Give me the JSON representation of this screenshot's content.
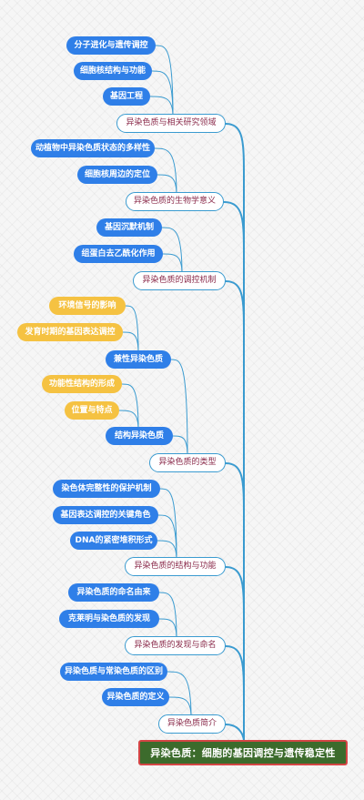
{
  "root": {
    "title": "异染色质：细胞的基因调控与遗传稳定性"
  },
  "branches": {
    "research": {
      "label": "异染色质与相关研究领域",
      "items": [
        "分子进化与遗传调控",
        "细胞核结构与功能",
        "基因工程"
      ]
    },
    "significance": {
      "label": "异染色质的生物学意义",
      "items": [
        "动植物中异染色质状态的多样性",
        "细胞核周边的定位"
      ]
    },
    "mechanism": {
      "label": "异染色质的调控机制",
      "items": [
        "基因沉默机制",
        "组蛋白去乙酰化作用"
      ]
    },
    "types": {
      "label": "异染色质的类型",
      "facultative": {
        "label": "兼性异染色质",
        "items": [
          "环境信号的影响",
          "发育时期的基因表达调控"
        ]
      },
      "constitutive": {
        "label": "结构异染色质",
        "items": [
          "功能性结构的形成",
          "位置与特点"
        ]
      }
    },
    "structure": {
      "label": "异染色质的结构与功能",
      "items": [
        "染色体完整性的保护机制",
        "基因表达调控的关键角色",
        "DNA的紧密堆积形式"
      ]
    },
    "discovery": {
      "label": "异染色质的发现与命名",
      "items": [
        "异染色质的命名由来",
        "克莱明与染色质的发现"
      ]
    },
    "intro": {
      "label": "异染色质简介",
      "items": [
        "异染色质与常染色质的区别",
        "异染色质的定义"
      ]
    }
  },
  "colors": {
    "link": "#3a9bd0",
    "leaf_blue": "#2f7fe8",
    "leaf_yellow": "#f5c242",
    "root_fill": "#3c6b2c",
    "root_border": "#d44545",
    "mid_text": "#8a2a4a"
  }
}
